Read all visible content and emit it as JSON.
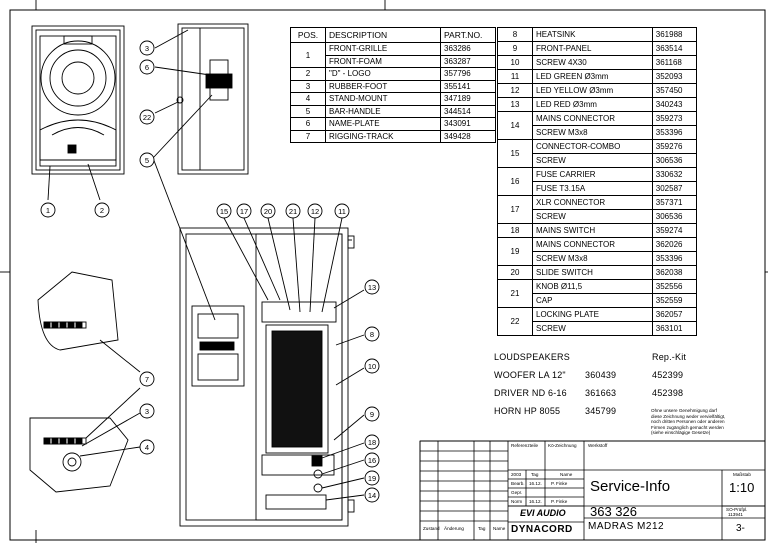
{
  "parts_table_left": {
    "headers": {
      "pos": "POS.",
      "desc": "DESCRIPTION",
      "part": "PART.NO."
    },
    "rows": [
      {
        "pos": "1",
        "desc": "FRONT-GRILLE",
        "part": "363286"
      },
      {
        "pos": "",
        "desc": "FRONT-FOAM",
        "part": "363287"
      },
      {
        "pos": "2",
        "desc": "\"D\" - LOGO",
        "part": "357796"
      },
      {
        "pos": "3",
        "desc": "RUBBER-FOOT",
        "part": "355141"
      },
      {
        "pos": "4",
        "desc": "STAND-MOUNT",
        "part": "347189"
      },
      {
        "pos": "5",
        "desc": "BAR-HANDLE",
        "part": "344514"
      },
      {
        "pos": "6",
        "desc": "NAME-PLATE",
        "part": "343091"
      },
      {
        "pos": "7",
        "desc": "RIGGING-TRACK",
        "part": "349428"
      }
    ]
  },
  "parts_table_right": {
    "rows": [
      {
        "pos": "8",
        "desc": "HEATSINK",
        "part": "361988"
      },
      {
        "pos": "9",
        "desc": "FRONT-PANEL",
        "part": "363514"
      },
      {
        "pos": "10",
        "desc": "SCREW 4X30",
        "part": "361168"
      },
      {
        "pos": "11",
        "desc": "LED GREEN  Ø3mm",
        "part": "352093"
      },
      {
        "pos": "12",
        "desc": "LED YELLOW  Ø3mm",
        "part": "357450"
      },
      {
        "pos": "13",
        "desc": "LED RED  Ø3mm",
        "part": "340243"
      },
      {
        "pos": "14",
        "desc": "MAINS CONNECTOR",
        "part": "359273"
      },
      {
        "pos": "",
        "desc": "SCREW M3x8",
        "part": "353396"
      },
      {
        "pos": "15",
        "desc": "CONNECTOR-COMBO",
        "part": "359276"
      },
      {
        "pos": "",
        "desc": "SCREW",
        "part": "306536"
      },
      {
        "pos": "16",
        "desc": "FUSE CARRIER",
        "part": "330632"
      },
      {
        "pos": "",
        "desc": "FUSE T3.15A",
        "part": "302587"
      },
      {
        "pos": "17",
        "desc": "XLR CONNECTOR",
        "part": "357371"
      },
      {
        "pos": "",
        "desc": "SCREW",
        "part": "306536"
      },
      {
        "pos": "18",
        "desc": "MAINS SWITCH",
        "part": "359274"
      },
      {
        "pos": "19",
        "desc": "MAINS CONNECTOR",
        "part": "362026"
      },
      {
        "pos": "",
        "desc": "SCREW M3x8",
        "part": "353396"
      },
      {
        "pos": "20",
        "desc": "SLIDE SWITCH",
        "part": "362038"
      },
      {
        "pos": "21",
        "desc": "KNOB Ø11,5",
        "part": "352556"
      },
      {
        "pos": "",
        "desc": "CAP",
        "part": "352559"
      },
      {
        "pos": "22",
        "desc": "LOCKING PLATE",
        "part": "362057"
      },
      {
        "pos": "",
        "desc": "SCREW",
        "part": "363101"
      }
    ]
  },
  "loudspeakers": {
    "heading": "LOUDSPEAKERS",
    "kit_heading": "Rep.-Kit",
    "rows": [
      {
        "name": "WOOFER LA 12\"",
        "part": "360439",
        "kit": "452399"
      },
      {
        "name": "DRIVER ND 6-16",
        "part": "361663",
        "kit": "452398"
      },
      {
        "name": "HORN HP 8055",
        "part": "345799",
        "kit": ""
      }
    ]
  },
  "copyright_note": [
    "Ohne unsere Genehmigung darf",
    "diese Zeichnung weder vervielfältigt,",
    "noch dritten Personen oder anderen",
    "Firmen zugänglich gemacht werden",
    "(siehe einschlägige Gesetze)"
  ],
  "title_block": {
    "title": "Service-Info",
    "scale_label": "Maßstab",
    "scale": "1:10",
    "drawing_no": "363 326",
    "product": "MADRAS M212",
    "brand_logo": "EVI AUDIO",
    "brand": "DYNACORD",
    "sheet": "3-",
    "ref_label": "Referenzteile",
    "change_label": "Kö-Zeichnung",
    "notes_label": "Werkstoff",
    "year": "2003",
    "rows": [
      {
        "label": "Bearb.",
        "date": "16.12.",
        "name": "P. Finke"
      },
      {
        "label": "Gepr.",
        "date": "",
        "name": ""
      },
      {
        "label": "Norm",
        "date": "16.12.",
        "name": "P. Finke"
      }
    ],
    "col_date": "Tag",
    "col_name": "Name",
    "footer": [
      "Zustand",
      "Änderung",
      "Tag",
      "Name"
    ],
    "sheet_box": [
      "SO-Prüfpl.",
      "113941"
    ]
  },
  "callouts": [
    "1",
    "2",
    "3",
    "4",
    "5",
    "6",
    "7",
    "8",
    "9",
    "10",
    "11",
    "12",
    "13",
    "14",
    "15",
    "16",
    "17",
    "18",
    "19",
    "20",
    "21",
    "22"
  ]
}
